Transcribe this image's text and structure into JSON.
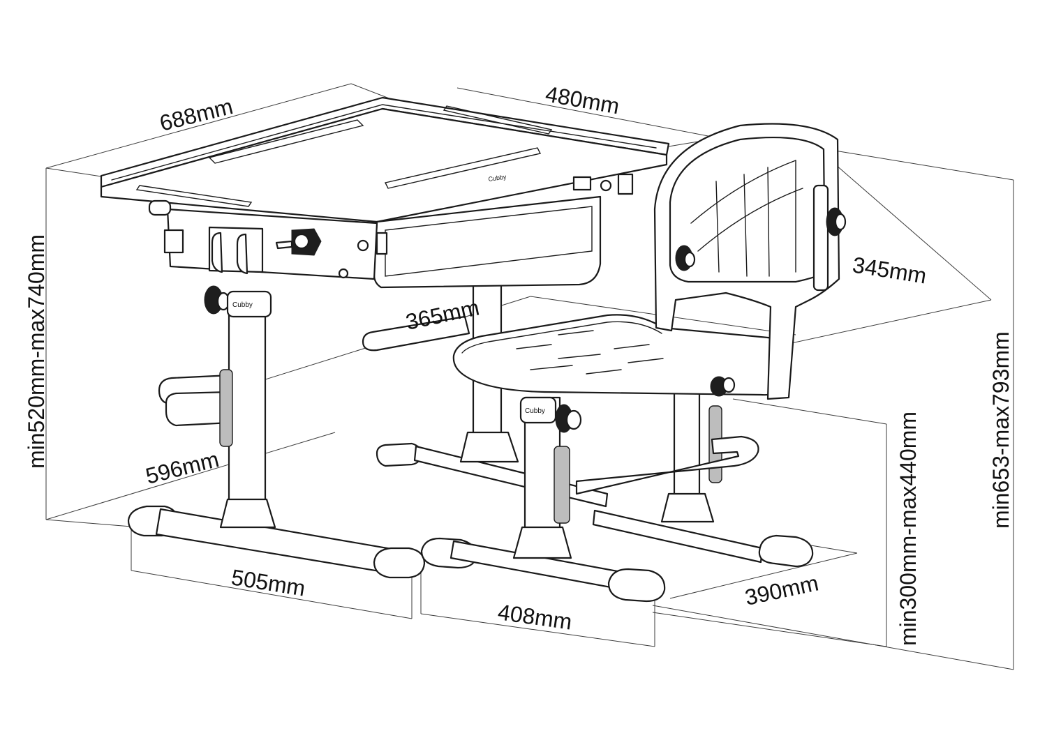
{
  "dimensions": {
    "desk_depth": "688mm",
    "desk_width": "480mm",
    "desk_height": "min520mm-max740mm",
    "desk_leg_gap": "365mm",
    "desk_base_depth": "596mm",
    "desk_base_width": "505mm",
    "seat_depth": "345mm",
    "chair_total_height": "min653-max793mm",
    "seat_height": "min300mm-max440mm",
    "chair_base_width": "408mm",
    "chair_base_depth": "390mm"
  },
  "branding": {
    "desk_logo": "Cubby",
    "desk_column_logo": "Cubby",
    "chair_column_logo": "Cubby"
  }
}
